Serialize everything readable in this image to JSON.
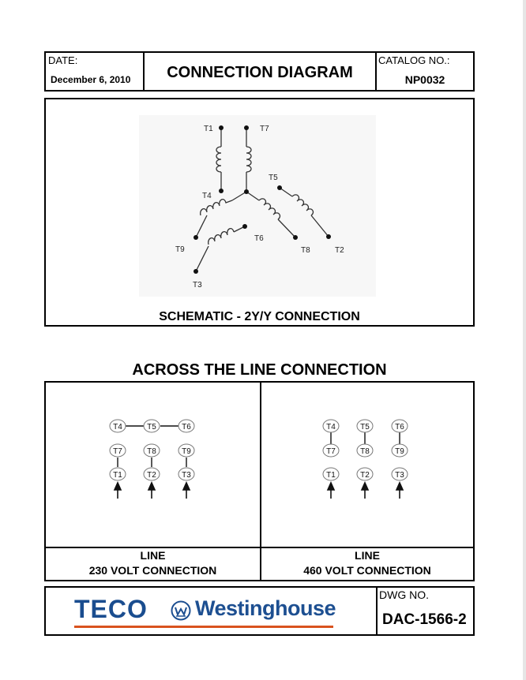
{
  "header": {
    "date_label": "DATE:",
    "date_value": "December 6, 2010",
    "title": "CONNECTION DIAGRAM",
    "catalog_label": "CATALOG NO.:",
    "catalog_value": "NP0032"
  },
  "schematic": {
    "caption": "SCHEMATIC - 2Y/Y CONNECTION",
    "terminals": [
      "T1",
      "T7",
      "T4",
      "T5",
      "T9",
      "T6",
      "T8",
      "T2",
      "T3"
    ]
  },
  "across": {
    "heading": "ACROSS THE LINE CONNECTION",
    "left": {
      "line_label": "LINE",
      "caption": "230 VOLT CONNECTION",
      "row1": [
        "T4",
        "T5",
        "T6"
      ],
      "row2": [
        "T7",
        "T8",
        "T9"
      ],
      "row3": [
        "T1",
        "T2",
        "T3"
      ]
    },
    "right": {
      "line_label": "LINE",
      "caption": "460 VOLT CONNECTION",
      "row1": [
        "T4",
        "T5",
        "T6"
      ],
      "row2": [
        "T7",
        "T8",
        "T9"
      ],
      "row3": [
        "T1",
        "T2",
        "T3"
      ]
    }
  },
  "footer": {
    "logo_teco": "TECO",
    "logo_westinghouse": "Westinghouse",
    "dwg_label": "DWG NO.",
    "dwg_value": "DAC-1566-2"
  },
  "colors": {
    "teco_blue": "#1a4d8f",
    "westinghouse_blue": "#1d4f91",
    "underline_orange": "#d9531e"
  }
}
